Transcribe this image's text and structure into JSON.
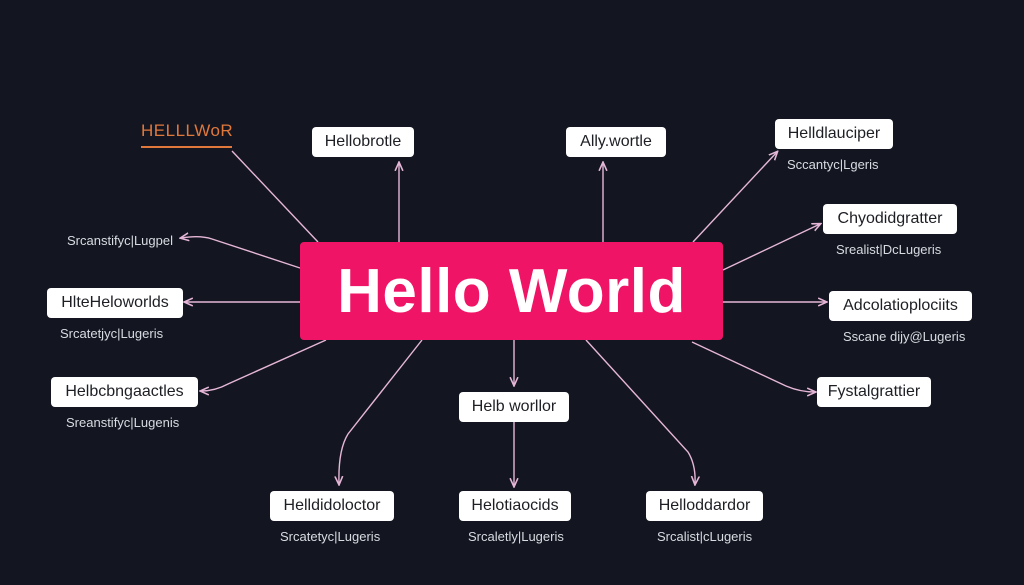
{
  "diagram": {
    "center_label": "Hello World",
    "corner_label": "HELLLWoR",
    "colors": {
      "background": "#131620",
      "center_fill": "#f01466",
      "node_fill": "#ffffff",
      "edge": "#e6b6d8",
      "accent": "#e0783c"
    },
    "nodes": [
      {
        "label": "Hellobrotle"
      },
      {
        "label": "Ally.wortle"
      },
      {
        "label": "Helldlauciper"
      },
      {
        "label": "Chyodidgratter"
      },
      {
        "label": "Adcolatioplociits"
      },
      {
        "label": "Fystalgrattier"
      },
      {
        "label": "Helb worllor"
      },
      {
        "label": "Helloddardor"
      },
      {
        "label": "Helotiaocids"
      },
      {
        "label": "Helldidoloctor"
      },
      {
        "label": "Helbcbngaactles"
      },
      {
        "label": "HlteHeloworlds"
      }
    ],
    "sublabels": [
      {
        "text": "Sccantyc|Lgeris"
      },
      {
        "text": "Srealist|DcLugeris"
      },
      {
        "text": "Sscane dijy@Lugeris"
      },
      {
        "text": "Srcalist|cLugeris"
      },
      {
        "text": "Srcaletly|Lugeris"
      },
      {
        "text": "Srcatetyc|Lugeris"
      },
      {
        "text": "Sreanstifyc|Lugenis"
      },
      {
        "text": "Srcatetjyc|Lugeris"
      },
      {
        "text": "Srcanstifyc|Lugpel"
      }
    ]
  }
}
